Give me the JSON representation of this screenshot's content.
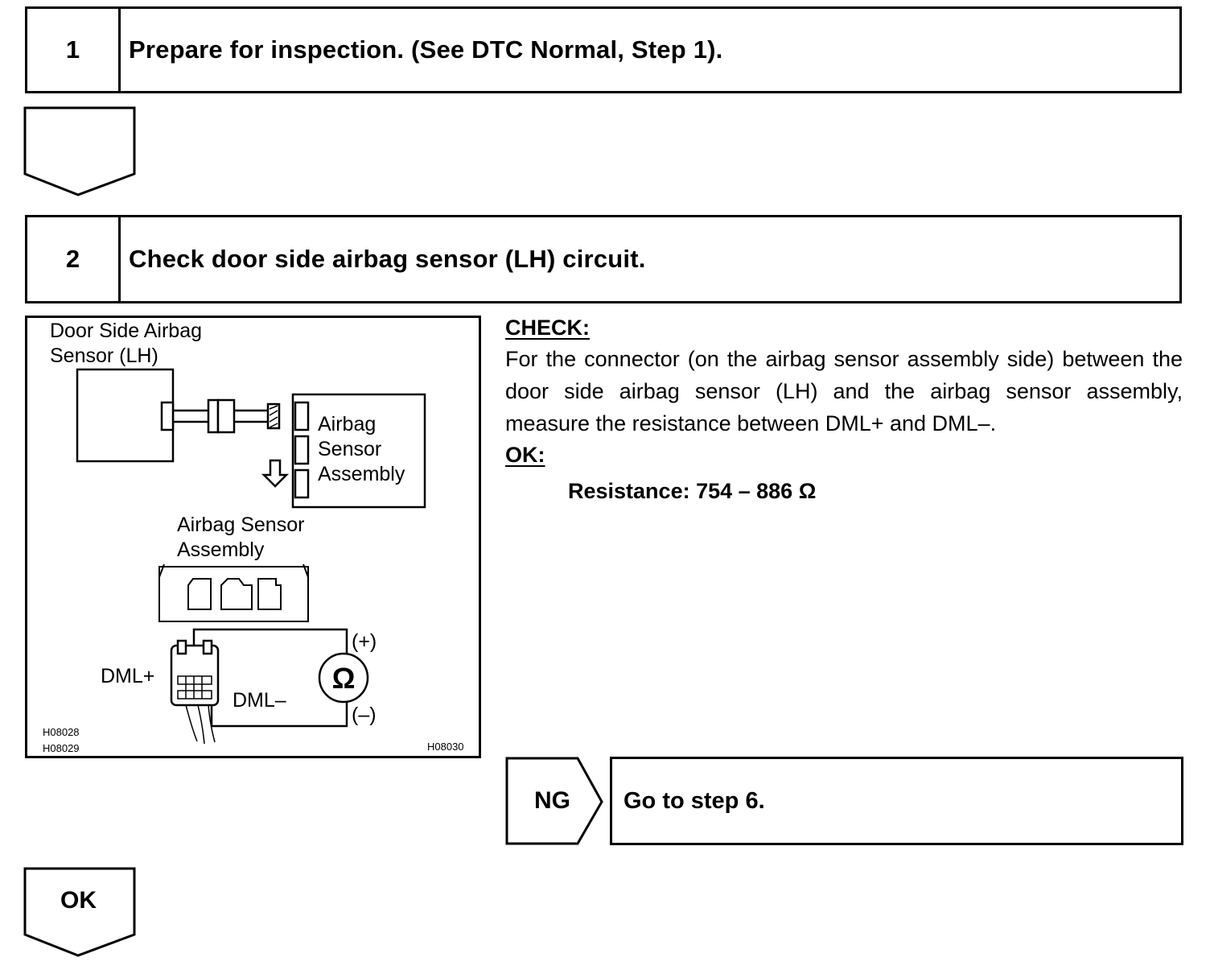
{
  "steps": [
    {
      "number": "1",
      "title": "Prepare for inspection. (See DTC Normal, Step 1)."
    },
    {
      "number": "2",
      "title": "Check door side airbag sensor (LH) circuit."
    }
  ],
  "figure": {
    "sensor_label_line1": "Door Side Airbag",
    "sensor_label_line2": "Sensor (LH)",
    "assembly_label_line1": "Airbag",
    "assembly_label_line2": "Sensor",
    "assembly_label_line3": "Assembly",
    "connector_label_line1": "Airbag Sensor",
    "connector_label_line2": "Assembly",
    "terminal_plus": "DML+",
    "terminal_minus": "DML–",
    "meter_symbol": "Ω",
    "meter_plus": "(+)",
    "meter_minus": "(–)",
    "code_1": "H08028",
    "code_2": "H08029",
    "code_3": "H08030"
  },
  "check": {
    "heading": "CHECK:",
    "text": "For the connector (on the airbag sensor assembly side) between the door side airbag sensor (LH) and the airbag sensor assembly, measure the resistance between DML+ and DML–.",
    "ok_heading": "OK:",
    "spec": "Resistance: 754 – 886 Ω"
  },
  "results": {
    "ng_label": "NG",
    "ng_action": "Go to step 6.",
    "ok_label": "OK"
  }
}
